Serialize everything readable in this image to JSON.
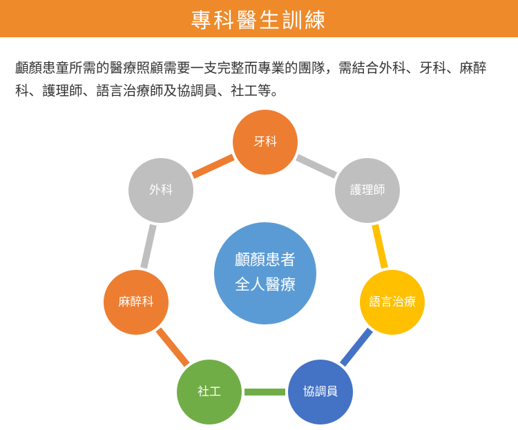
{
  "header": {
    "title": "專科醫生訓練"
  },
  "intro": {
    "text": "顱顏患童所需的醫療照顧需要一支完整而專業的團隊，需結合外科、牙科、麻醉科、護理師、語言治療師及協調員、社工等。"
  },
  "diagram": {
    "center": {
      "line1": "顱顏患者",
      "line2": "全人醫療",
      "color": "#5b9bd5"
    },
    "nodes": [
      {
        "label": "牙科",
        "color": "#ed7d31"
      },
      {
        "label": "護理師",
        "color": "#bfbfbf"
      },
      {
        "label": "語言治療",
        "color": "#ffc000"
      },
      {
        "label": "協調員",
        "color": "#4472c4"
      },
      {
        "label": "社工",
        "color": "#70ad47"
      },
      {
        "label": "麻醉科",
        "color": "#ed7d31"
      },
      {
        "label": "外科",
        "color": "#bfbfbf"
      }
    ]
  }
}
